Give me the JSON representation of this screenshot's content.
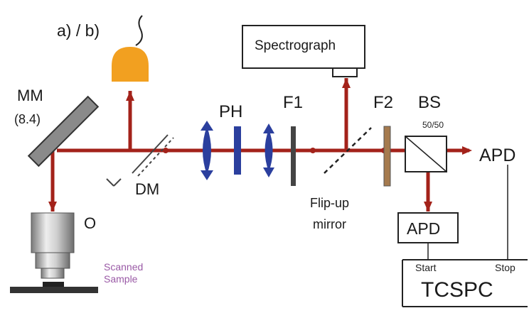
{
  "labels": {
    "source": "a) / b)",
    "mirror": "MM",
    "mirror_sub": "(8.4)",
    "objective": "O",
    "sample_line1": "Scanned",
    "sample_line2": "Sample",
    "dichroic": "DM",
    "pinhole": "PH",
    "filter1": "F1",
    "filter2": "F2",
    "beamsplitter": "BS",
    "beamsplitter_ratio": "50/50",
    "spectrograph": "Spectrograph",
    "flipup_line1": "Flip-up",
    "flipup_line2": "mirror",
    "apd_right": "APD",
    "apd_bottom": "APD",
    "tcspc": "TCSPC",
    "tcspc_start": "Start",
    "tcspc_stop": "Stop"
  },
  "colors": {
    "beam": "#a3221a",
    "lens": "#2b3f9e",
    "source": "#f2a020",
    "filter2": "#a57a4e",
    "mirror": "#8a8a8a"
  }
}
